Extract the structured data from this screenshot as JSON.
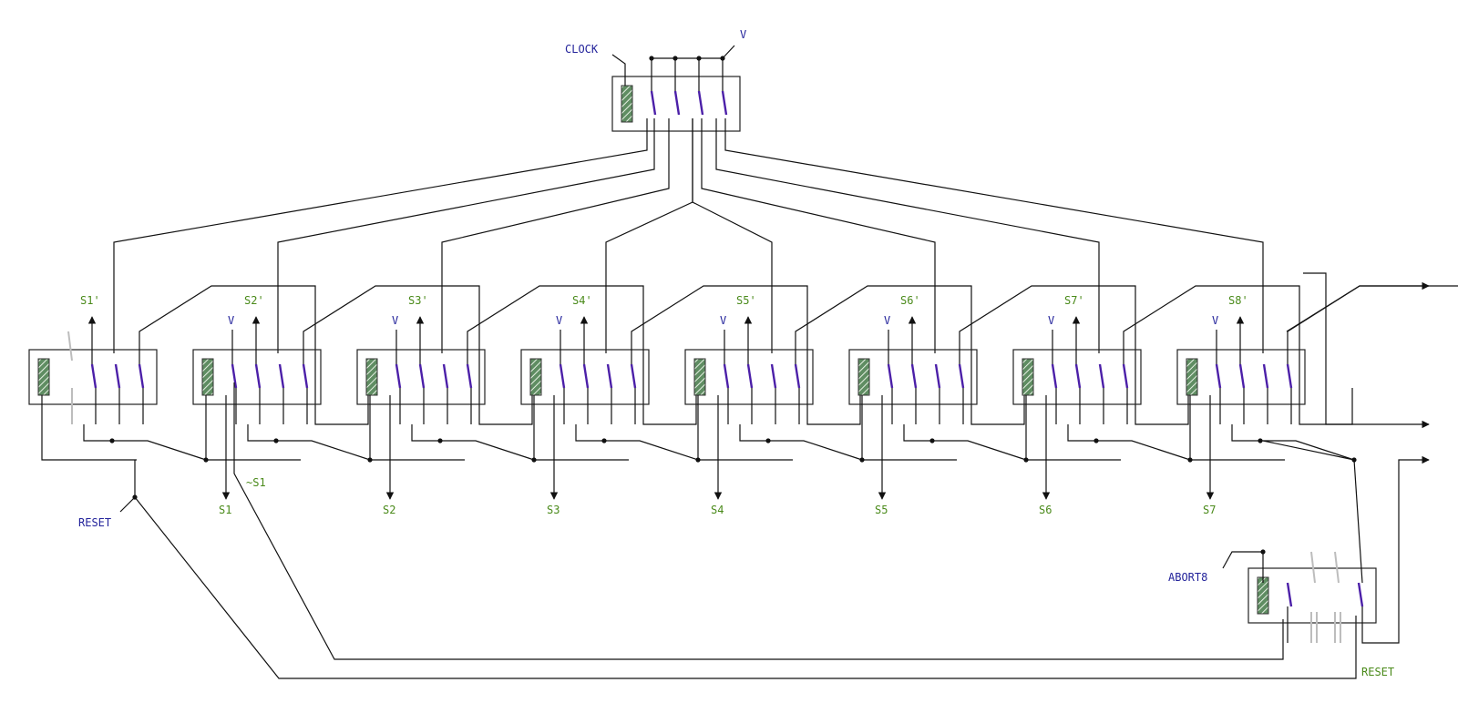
{
  "colors": {
    "wire": "#111111",
    "contact_active": "#4b1fa8",
    "contact_inactive": "#bdbdbd",
    "input_label": "#23239b",
    "output_label": "#4a8a1a",
    "coil_fill": "#5f8d62"
  },
  "inputs": {
    "clock": "CLOCK",
    "clock_supply": "V",
    "reset": "RESET",
    "abort": "ABORT8"
  },
  "stages": [
    {
      "prime": "S1'",
      "supply": "",
      "state": "S1"
    },
    {
      "prime": "S2'",
      "supply": "V",
      "state": "S2"
    },
    {
      "prime": "S3'",
      "supply": "V",
      "state": "S3"
    },
    {
      "prime": "S4'",
      "supply": "V",
      "state": "S4"
    },
    {
      "prime": "S5'",
      "supply": "V",
      "state": "S5"
    },
    {
      "prime": "S6'",
      "supply": "V",
      "state": "S6"
    },
    {
      "prime": "S7'",
      "supply": "V",
      "state": "S7"
    },
    {
      "prime": "S8'",
      "supply": "V",
      "state": ""
    }
  ],
  "extra_labels": {
    "not_s1": "~S1",
    "reset_out": "RESET"
  }
}
